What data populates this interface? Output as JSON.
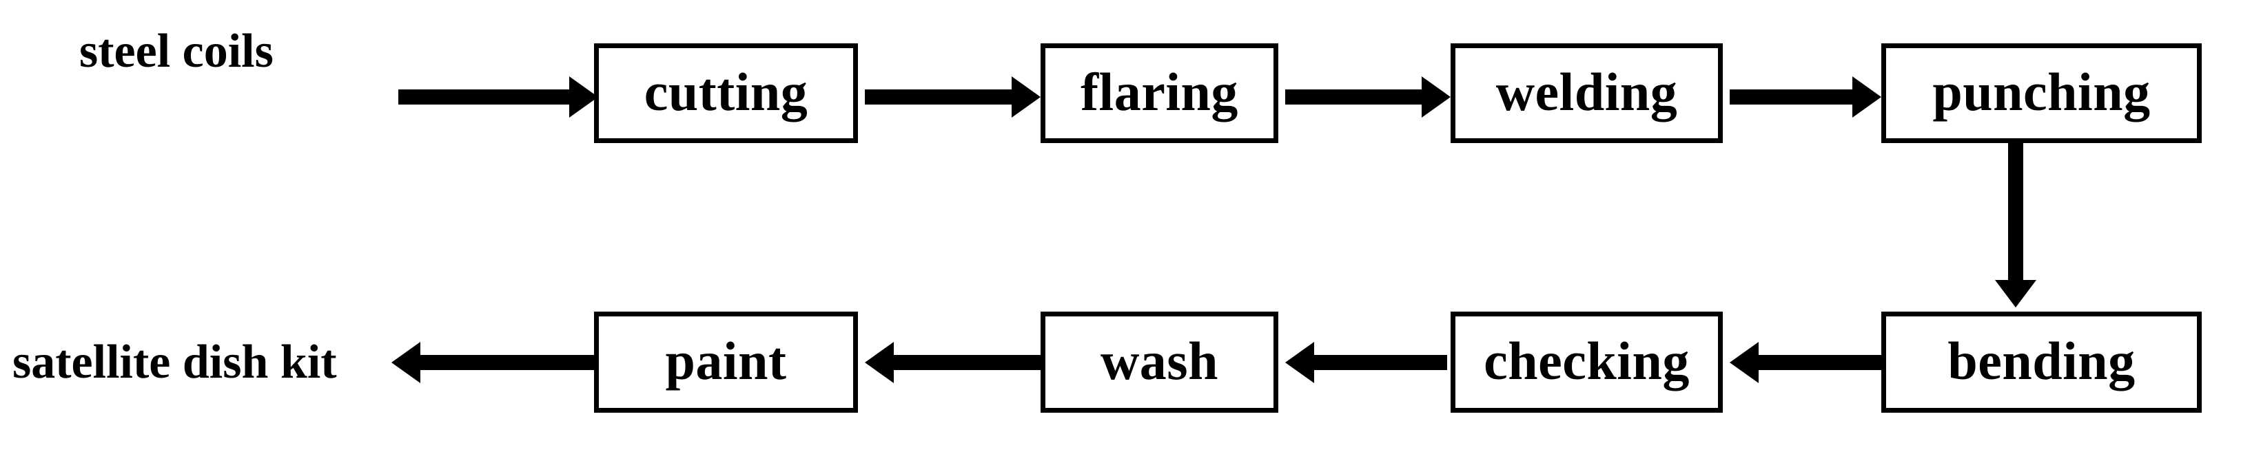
{
  "diagram": {
    "type": "process-flow",
    "title": "",
    "background_color": "#ffffff",
    "line_color": "#000000",
    "box_fill": "#ffffff",
    "input_label": "steel coils",
    "output_label": "satellite dish kit",
    "top_row": [
      {
        "id": "cutting",
        "label": "cutting"
      },
      {
        "id": "flaring",
        "label": "flaring"
      },
      {
        "id": "welding",
        "label": "welding"
      },
      {
        "id": "punching",
        "label": "punching"
      }
    ],
    "bottom_row": [
      {
        "id": "paint",
        "label": "paint"
      },
      {
        "id": "wash",
        "label": "wash"
      },
      {
        "id": "checking",
        "label": "checking"
      },
      {
        "id": "bending",
        "label": "bending"
      }
    ],
    "connectors": [
      {
        "from": "steel coils",
        "to": "cutting",
        "direction": "right"
      },
      {
        "from": "cutting",
        "to": "flaring",
        "direction": "right"
      },
      {
        "from": "flaring",
        "to": "welding",
        "direction": "right"
      },
      {
        "from": "welding",
        "to": "punching",
        "direction": "right"
      },
      {
        "from": "punching",
        "to": "bending",
        "direction": "down"
      },
      {
        "from": "bending",
        "to": "checking",
        "direction": "left"
      },
      {
        "from": "checking",
        "to": "wash",
        "direction": "left"
      },
      {
        "from": "wash",
        "to": "paint",
        "direction": "left"
      },
      {
        "from": "paint",
        "to": "satellite dish kit",
        "direction": "left"
      }
    ]
  }
}
